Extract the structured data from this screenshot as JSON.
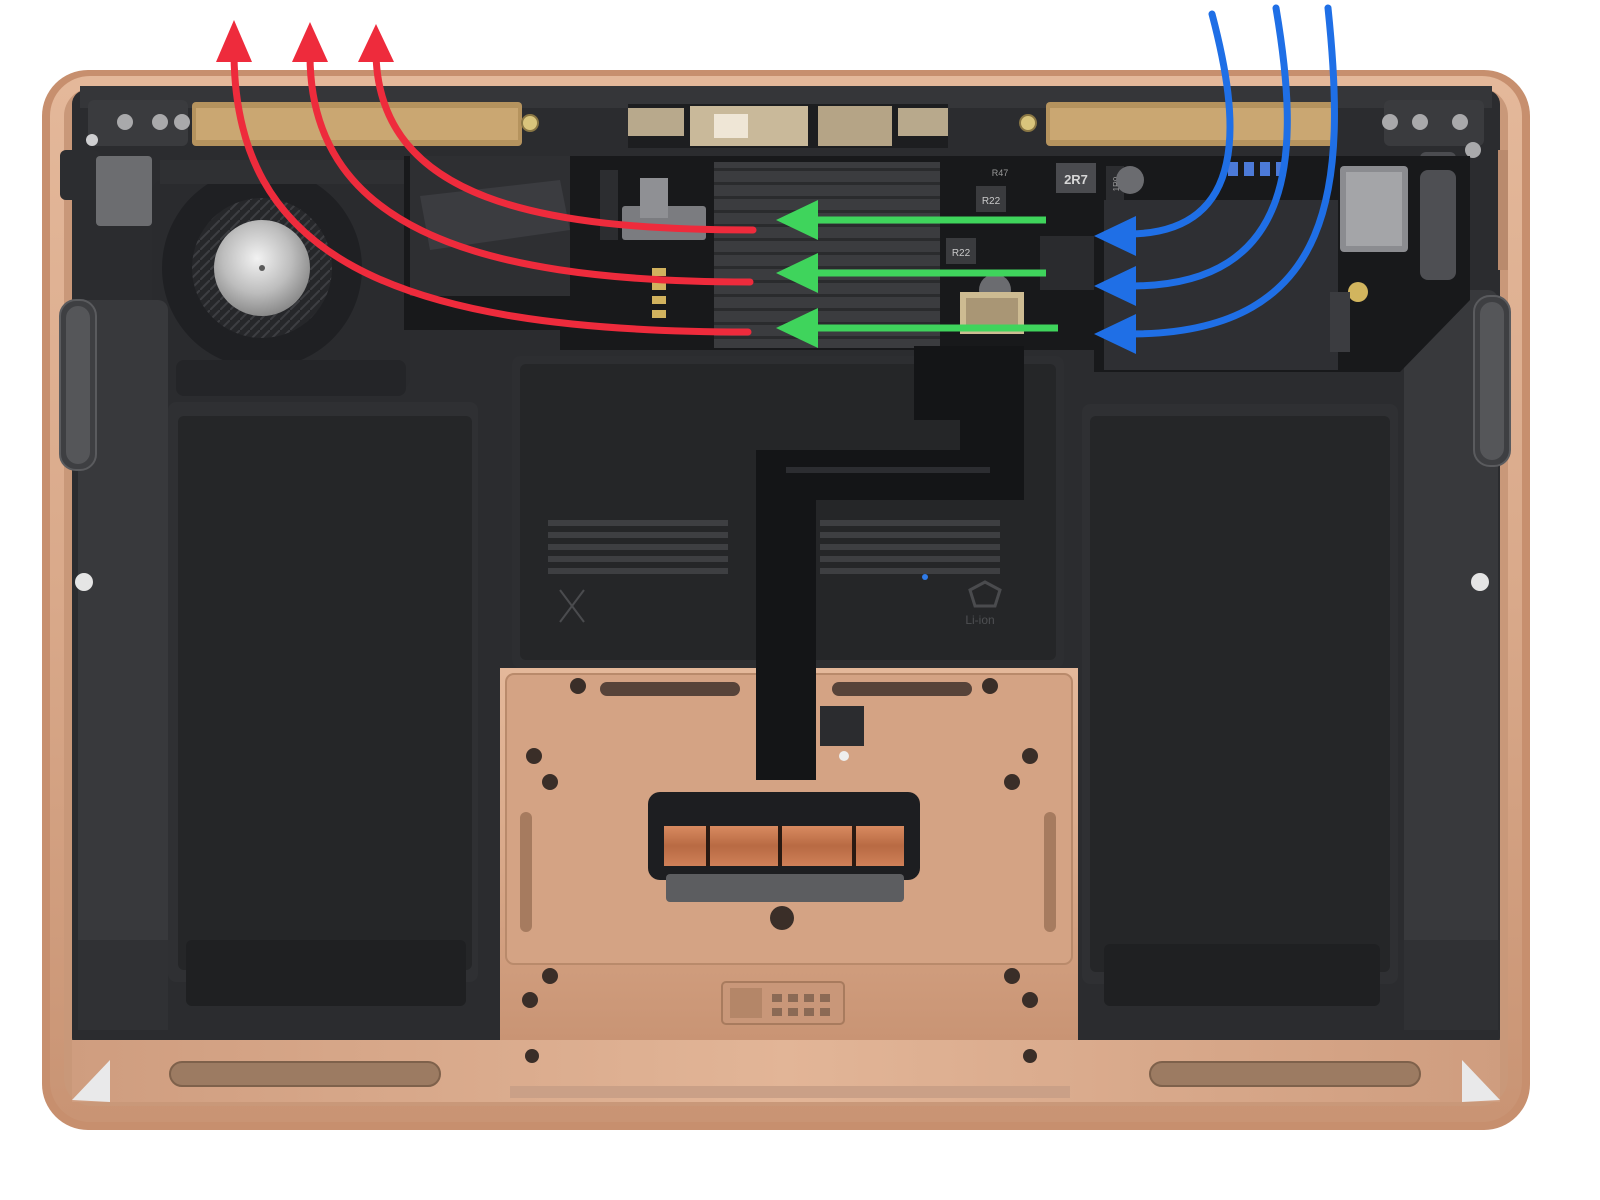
{
  "photo": {
    "components": {
      "chip_markings": [
        "2R7",
        "R22",
        "R22",
        "R47",
        "1R0"
      ],
      "battery_cell_marking": "Li-ion"
    },
    "colors": {
      "background": "#ffffff",
      "chassis_gold": "#d9a98a",
      "chassis_edge": "#c79070",
      "interior_dark": "#2a2b2e",
      "board_black": "#17181a",
      "battery_black": "#252628",
      "heatsink": "#3a3b3d",
      "copper": "#c7774f",
      "hot_air_red": "#ee2b3c",
      "heat_transfer_green": "#3fd45c",
      "cool_air_blue": "#1f6fe6"
    },
    "airflow": {
      "hot_exhaust_arrows": 3,
      "heat_transfer_arrows": 3,
      "cool_intake_arrows": 3
    }
  }
}
